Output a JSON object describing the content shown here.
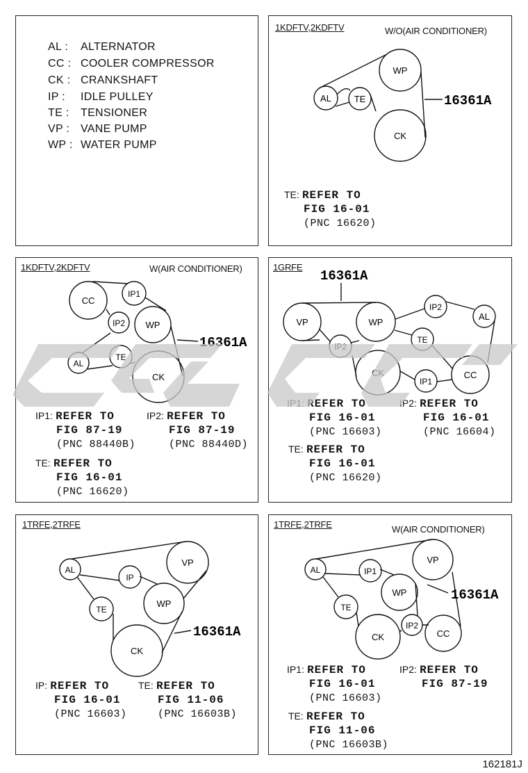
{
  "legend": [
    {
      "code": "AL :",
      "name": "ALTERNATOR"
    },
    {
      "code": "CC :",
      "name": "COOLER COMPRESSOR"
    },
    {
      "code": "CK :",
      "name": "CRANKSHAFT"
    },
    {
      "code": "IP :",
      "name": "IDLE PULLEY"
    },
    {
      "code": "TE :",
      "name": "TENSIONER"
    },
    {
      "code": "VP :",
      "name": "VANE PUMP"
    },
    {
      "code": "WP :",
      "name": "WATER PUMP"
    }
  ],
  "panels": {
    "p1": {
      "engine": "1KDFTV,2KDFTV",
      "condition": "W/O(AIR CONDITIONER)",
      "pnc": "16361A",
      "pulleys": {
        "al": "AL",
        "te": "TE",
        "wp": "WP",
        "ck": "CK"
      },
      "refs": [
        {
          "key": "TE:",
          "l1": "REFER TO",
          "l2": "FIG 16-01",
          "l3": "(PNC 16620)"
        }
      ]
    },
    "p2": {
      "engine": "1KDFTV,2KDFTV",
      "condition": "W(AIR CONDITIONER)",
      "pnc": "16361A",
      "pulleys": {
        "cc": "CC",
        "ip1": "IP1",
        "ip2": "IP2",
        "wp": "WP",
        "al": "AL",
        "te": "TE",
        "ck": "CK"
      },
      "refs": [
        {
          "key": "IP1:",
          "l1": "REFER TO",
          "l2": "FIG 87-19",
          "l3": "(PNC 88440B)"
        },
        {
          "key": "IP2:",
          "l1": "REFER TO",
          "l2": "FIG 87-19",
          "l3": "(PNC 88440D)"
        },
        {
          "key": "TE:",
          "l1": "REFER TO",
          "l2": "FIG 16-01",
          "l3": "(PNC 16620)"
        }
      ]
    },
    "p3": {
      "engine": "1GRFE",
      "condition": "",
      "pnc": "16361A",
      "pulleys": {
        "vp": "VP",
        "wp": "WP",
        "ip2a": "IP2",
        "al": "AL",
        "ip2b": "IP2",
        "te": "TE",
        "ck": "CK",
        "ip1": "IP1",
        "cc": "CC"
      },
      "refs": [
        {
          "key": "IP1:",
          "l1": "REFER TO",
          "l2": "FIG 16-01",
          "l3": "(PNC 16603)"
        },
        {
          "key": "IP2:",
          "l1": "REFER TO",
          "l2": "FIG 16-01",
          "l3": "(PNC 16604)"
        },
        {
          "key": "TE:",
          "l1": "REFER TO",
          "l2": "FIG 16-01",
          "l3": "(PNC 16620)"
        }
      ]
    },
    "p4": {
      "engine": "1TRFE,2TRFE",
      "condition": "",
      "pnc": "16361A",
      "pulleys": {
        "al": "AL",
        "vp": "VP",
        "ip": "IP",
        "wp": "WP",
        "te": "TE",
        "ck": "CK"
      },
      "refs": [
        {
          "key": "IP:",
          "l1": "REFER TO",
          "l2": "FIG 16-01",
          "l3": "(PNC 16603)"
        },
        {
          "key": "TE:",
          "l1": "REFER TO",
          "l2": "FIG 11-06",
          "l3": "(PNC 16603B)"
        }
      ]
    },
    "p5": {
      "engine": "1TRFE,2TRFE",
      "condition": "W(AIR CONDITIONER)",
      "pnc": "16361A",
      "pulleys": {
        "al": "AL",
        "vp": "VP",
        "ip1": "IP1",
        "wp": "WP",
        "te": "TE",
        "ip2": "IP2",
        "ck": "CK",
        "cc": "CC"
      },
      "refs": [
        {
          "key": "IP1:",
          "l1": "REFER TO",
          "l2": "FIG 16-01",
          "l3": "(PNC 16603)"
        },
        {
          "key": "IP2:",
          "l1": "REFER TO",
          "l2": "FIG 87-19",
          "l3": ""
        },
        {
          "key": "TE:",
          "l1": "REFER TO",
          "l2": "FIG 11-06",
          "l3": "(PNC 16603B)"
        }
      ]
    }
  },
  "footer_code": "162181J",
  "colors": {
    "line": "#111111",
    "watermark": "#cfcfcf"
  }
}
